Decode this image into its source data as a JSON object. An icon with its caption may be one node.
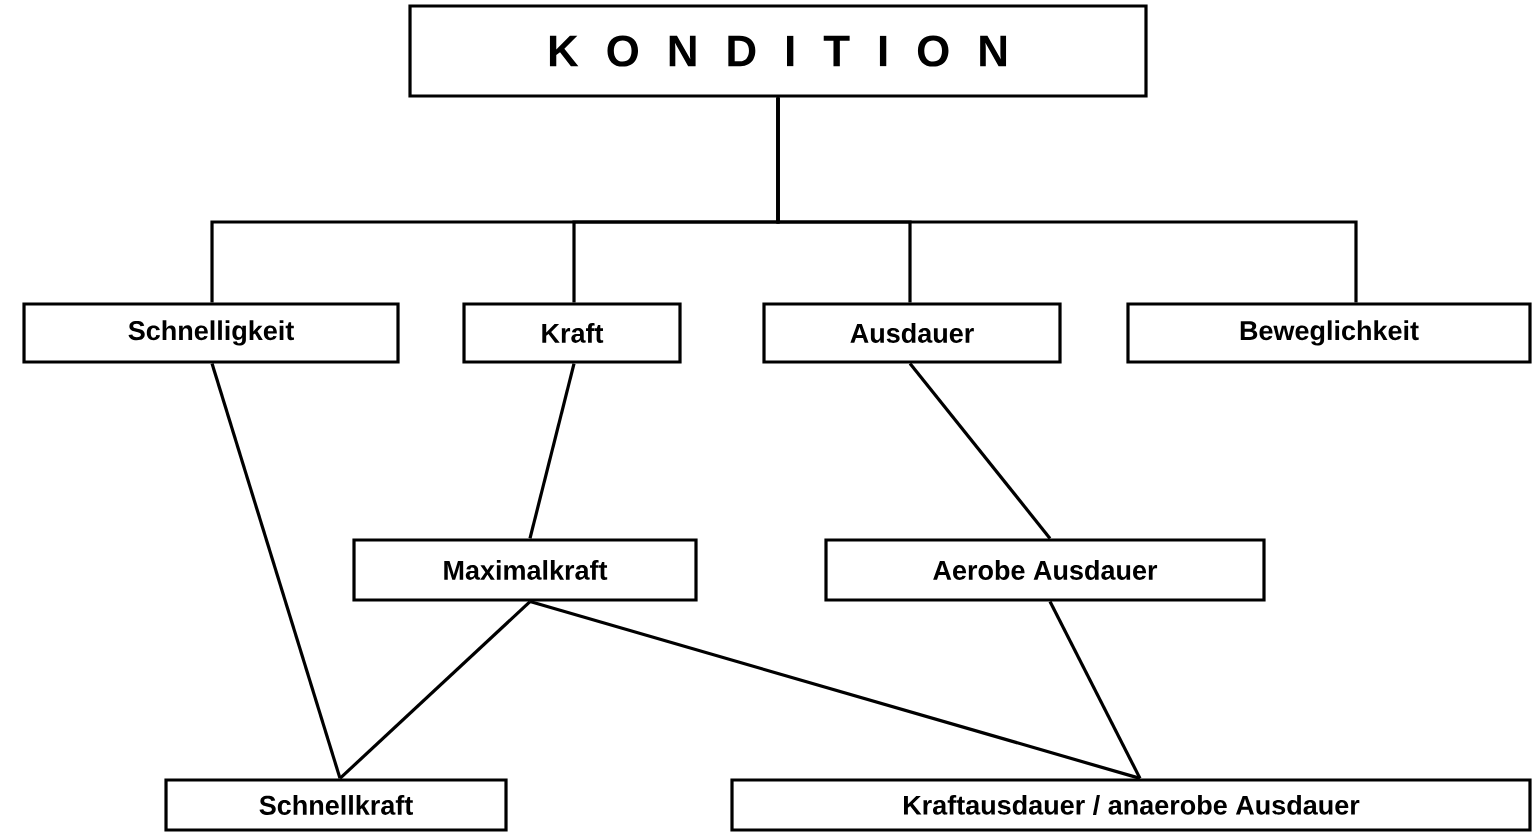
{
  "diagram": {
    "nodes": [
      {
        "text": [
          "K O N D I T I O N"
        ]
      },
      {
        "text": [
          "Schnelligkeit"
        ]
      },
      {
        "text": [
          "Kraft"
        ]
      },
      {
        "text": [
          "Ausdauer"
        ]
      },
      {
        "text": [
          "Beweglichkeit"
        ]
      },
      {
        "text": [
          "Maximalkraft"
        ]
      },
      {
        "text": [
          "Aerobe Ausdauer"
        ]
      },
      {
        "text": [
          "Schnellkraft"
        ]
      },
      {
        "text": [
          "Kraftausdauer / anaerobe Ausdauer"
        ]
      }
    ],
    "edges": [
      {
        "from": 0,
        "to": 1,
        "arrow": "none"
      },
      {
        "from": 0,
        "to": 2,
        "arrow": "none"
      },
      {
        "from": 0,
        "to": 3,
        "arrow": "none"
      },
      {
        "from": 0,
        "to": 4,
        "arrow": "none"
      },
      {
        "from": 1,
        "to": 7,
        "arrow": "none"
      },
      {
        "from": 2,
        "to": 5,
        "arrow": "none"
      },
      {
        "from": 3,
        "to": 6,
        "arrow": "none"
      },
      {
        "from": 5,
        "to": 7,
        "arrow": "none"
      },
      {
        "from": 5,
        "to": 8,
        "arrow": "none"
      },
      {
        "from": 6,
        "to": 8,
        "arrow": "none"
      }
    ]
  }
}
